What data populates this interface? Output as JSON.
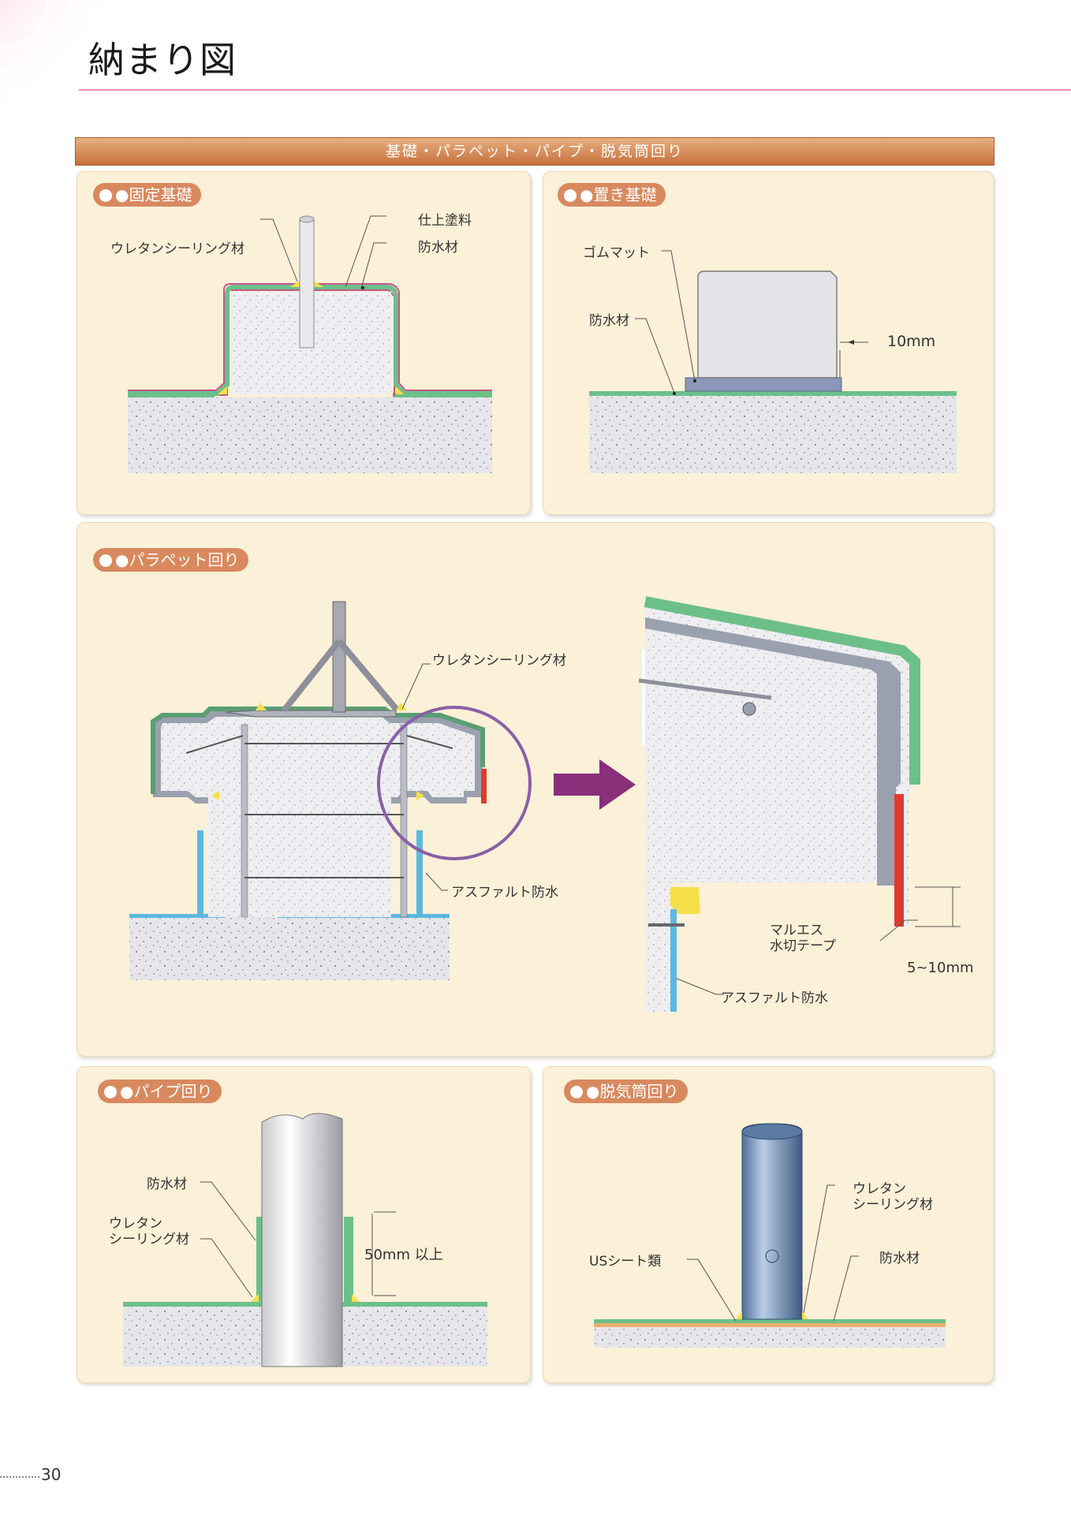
{
  "page": {
    "title": "納まり図",
    "number": "30"
  },
  "section": {
    "title": "基礎・パラペット・パイプ・脱気筒回り"
  },
  "colors": {
    "accent": "#d9895e",
    "bar": "#c7703e",
    "green": "#6dbf8a",
    "sealant": "#f5e04a",
    "tape": "#e03a2f",
    "asphalt": "#5cb8e0",
    "arrow": "#8a2f7a"
  },
  "panels": {
    "fixed_base": {
      "tag": "●固定基礎",
      "labels": {
        "finish_paint": "仕上塗料",
        "waterproof": "防水材",
        "sealant": "ウレタンシーリング材"
      }
    },
    "placed_base": {
      "tag": "●置き基礎",
      "labels": {
        "rubber_mat": "ゴムマット",
        "waterproof": "防水材",
        "dim": "10mm"
      }
    },
    "parapet": {
      "tag": "●パラペット回り",
      "labels": {
        "sealant": "ウレタンシーリング材",
        "asphalt": "アスファルト防水",
        "tape_line1": "マルエス",
        "tape_line2": "水切テープ",
        "dim": "5~10mm",
        "asphalt_detail": "アスファルト防水"
      }
    },
    "pipe": {
      "tag": "●パイプ回り",
      "labels": {
        "waterproof": "防水材",
        "sealant_line1": "ウレタン",
        "sealant_line2": "シーリング材",
        "dim": "50mm 以上"
      }
    },
    "vent": {
      "tag": "●脱気筒回り",
      "labels": {
        "sealant_line1": "ウレタン",
        "sealant_line2": "シーリング材",
        "waterproof": "防水材",
        "sheet": "USシート類"
      }
    }
  }
}
